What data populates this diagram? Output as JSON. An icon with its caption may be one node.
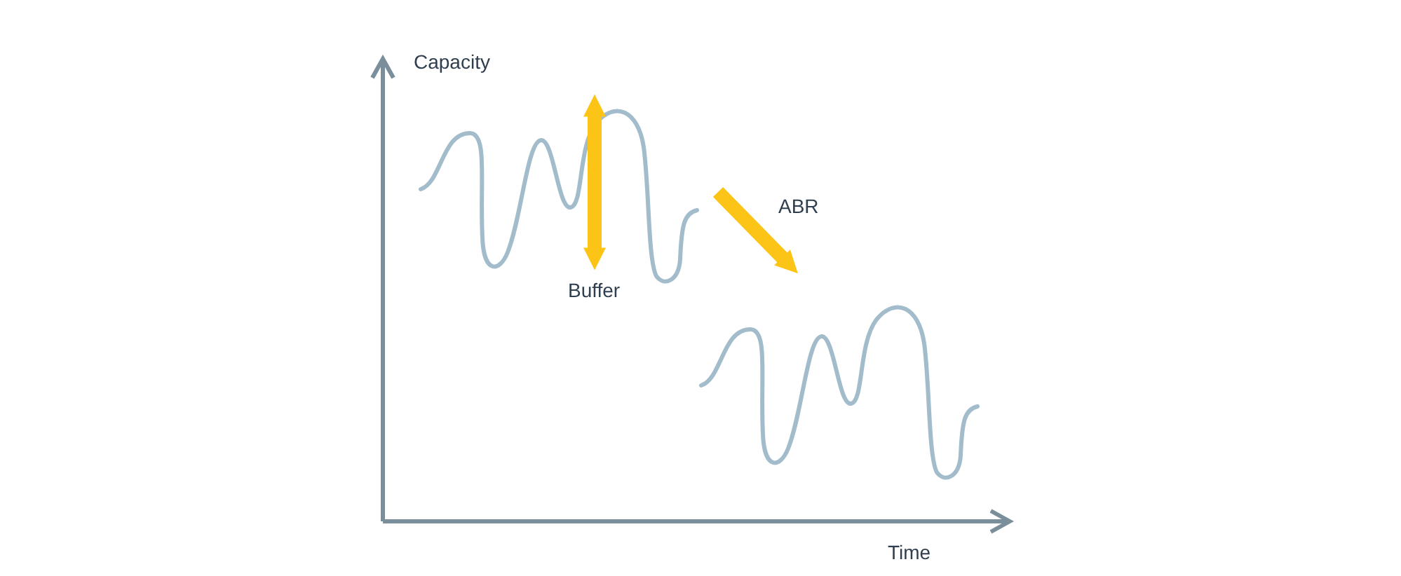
{
  "diagram": {
    "labels": [
      "Capacity",
      "ABR",
      "Buffer",
      "Time"
    ]
  }
}
